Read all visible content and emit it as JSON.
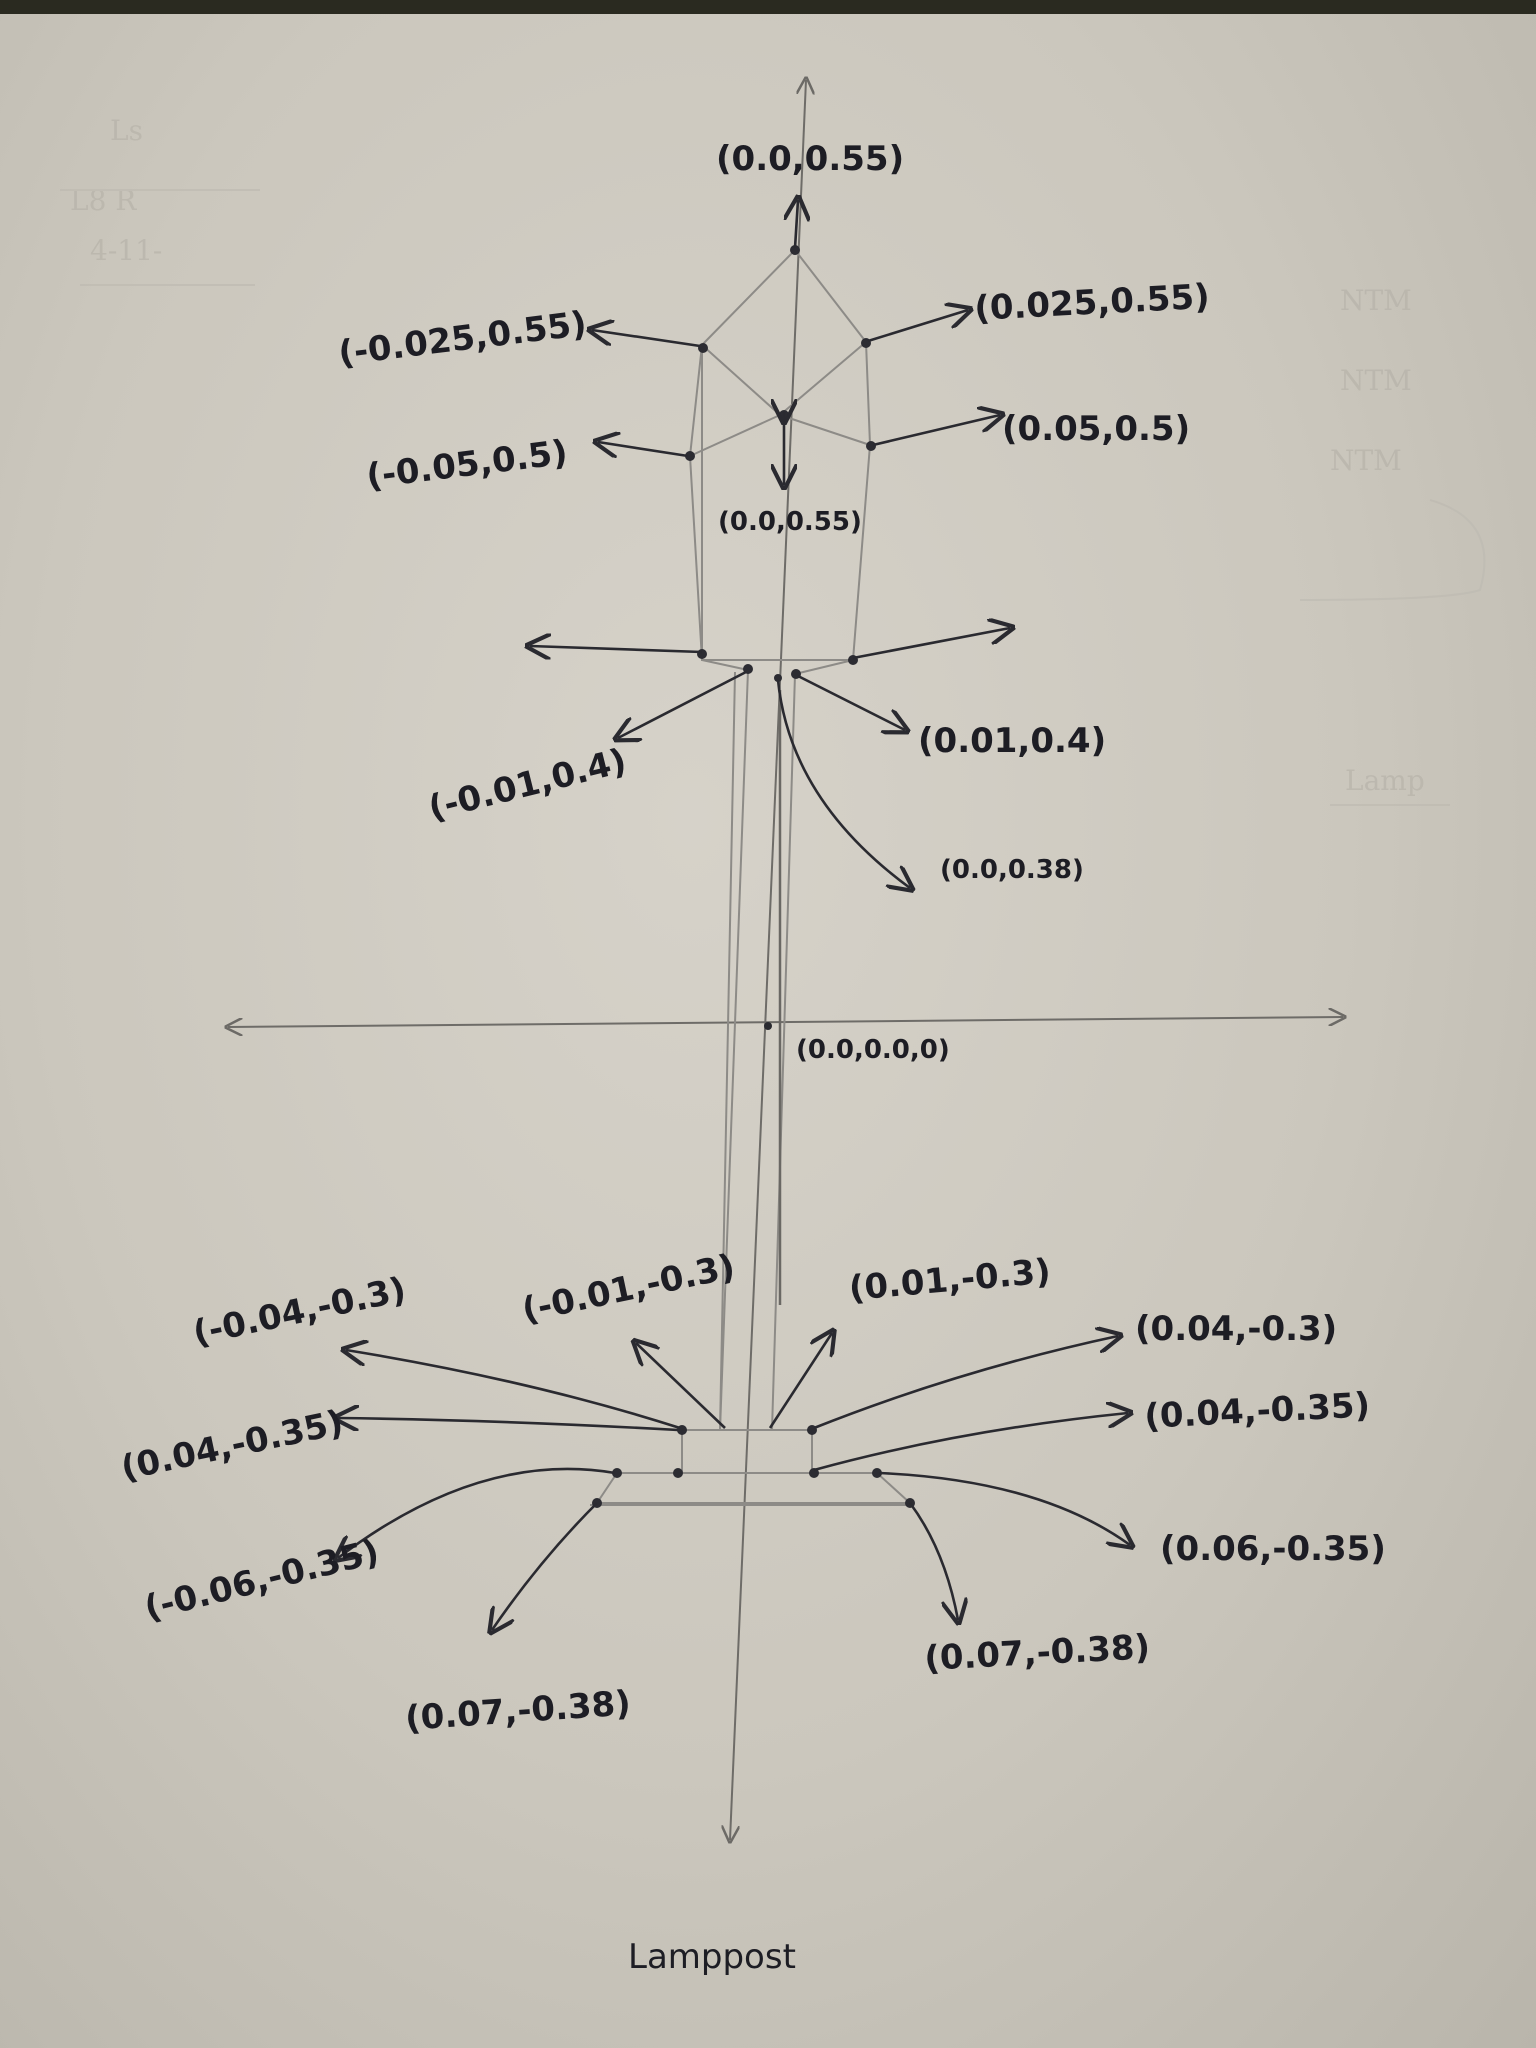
{
  "diagram": {
    "caption": "Lamppost",
    "origin_label": "(0.0,0.0,0)",
    "labels": {
      "top_tip": "(0.0,0.55)",
      "top_left": "(-0.025,0.55)",
      "top_right": "(0.025,0.55)",
      "mid_left": "(-0.05,0.5)",
      "mid_right": "(0.05,0.5)",
      "center": "(0.0,0.55)",
      "neck_left": "(-0.01,0.4)",
      "neck_right": "(0.01,0.4)",
      "neck_center": "(0.0,0.38)",
      "base_top_left_inner": "(-0.01,-0.3)",
      "base_top_right_inner": "(0.01,-0.3)",
      "base_top_left_outer": "(-0.04,-0.3)",
      "base_top_right_outer": "(0.04,-0.3)",
      "base_mid_left": "(0.04,-0.35)",
      "base_mid_right": "(0.04,-0.35)",
      "base_low_left": "(-0.06,-0.35)",
      "base_low_right": "(0.06,-0.35)",
      "base_bottom_left": "(0.07,-0.38)",
      "base_bottom_right": "(0.07,-0.38)"
    }
  }
}
